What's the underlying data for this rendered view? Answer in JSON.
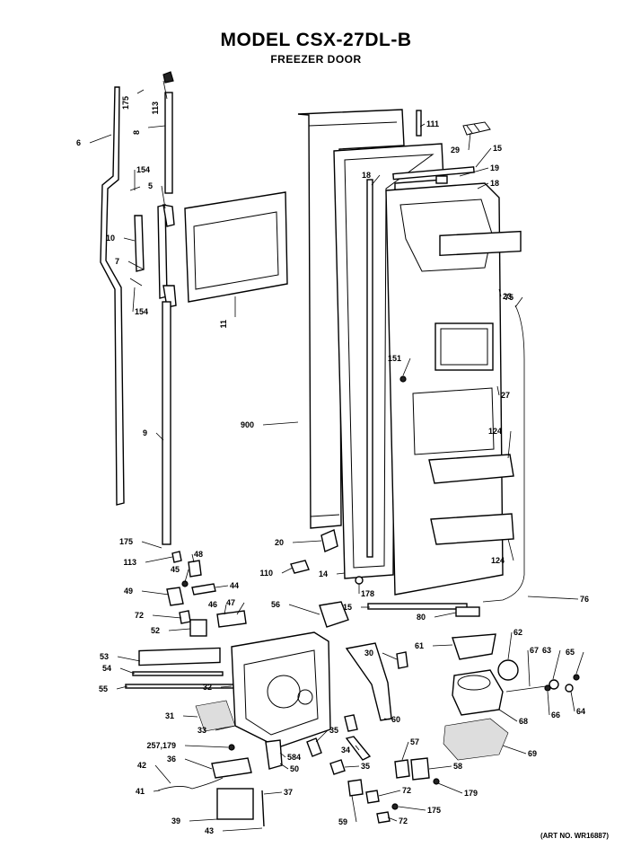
{
  "diagram": {
    "title": "MODEL CSX-27DL-B",
    "subtitle": "FREEZER DOOR",
    "art_number": "(ART NO. WR16887)"
  },
  "callouts": [
    "175",
    "113",
    "6",
    "8",
    "154",
    "5",
    "10",
    "7",
    "154",
    "11",
    "9",
    "111",
    "29",
    "15",
    "19",
    "18",
    "18",
    "23",
    "75",
    "151",
    "27",
    "900",
    "124",
    "124",
    "175",
    "113",
    "48",
    "20",
    "110",
    "14",
    "178",
    "76",
    "45",
    "44",
    "49",
    "46",
    "47",
    "72",
    "52",
    "56",
    "15",
    "80",
    "53",
    "54",
    "55",
    "32",
    "31",
    "33",
    "61",
    "62",
    "67",
    "63",
    "65",
    "30",
    "60",
    "66",
    "64",
    "68",
    "69",
    "257,179",
    "36",
    "35",
    "34",
    "584",
    "50",
    "35",
    "42",
    "41",
    "37",
    "39",
    "43",
    "57",
    "58",
    "72",
    "179",
    "175",
    "59",
    "72"
  ]
}
